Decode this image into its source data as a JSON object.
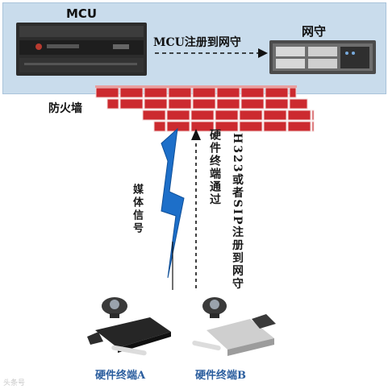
{
  "labels": {
    "mcu": "MCU",
    "gatekeeper": "网守",
    "registration": "MCU注册到网守",
    "firewall": "防火墙",
    "signal": "媒体信号",
    "path_line1": "硬件终端通过",
    "path_line2": "H323或者SIP注册到网守",
    "terminal_a": "硬件终端A",
    "terminal_b": "硬件终端B",
    "watermark": "头条号"
  },
  "colors": {
    "panel_bg": "#c9dcec",
    "brick": "#cc2a2f",
    "mortar": "#f2d6d6",
    "lightning": "#1d6fc9",
    "caption": "#2a5d9e"
  }
}
